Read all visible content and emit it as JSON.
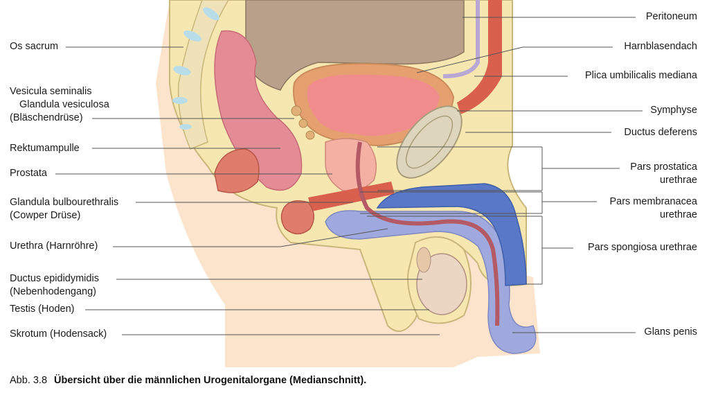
{
  "left_labels": {
    "os_sacrum": [
      "Os sacrum"
    ],
    "vesicula": [
      "Vesicula seminalis",
      "Glandula vesiculosa",
      "(Bläschendrüse)"
    ],
    "rektumampulle": [
      "Rektumampulle"
    ],
    "prostata": [
      "Prostata"
    ],
    "glandula_bulbo": [
      "Glandula bulbourethralis",
      "(Cowper Drüse)"
    ],
    "urethra": [
      "Urethra (Harnröhre)"
    ],
    "ductus_epididymidis": [
      "Ductus epididymidis",
      "(Nebenhodengang)"
    ],
    "testis": [
      "Testis (Hoden)"
    ],
    "skrotum": [
      "Skrotum (Hodensack)"
    ]
  },
  "right_labels": {
    "peritoneum": [
      "Peritoneum"
    ],
    "harnblasendach": [
      "Harnblasendach"
    ],
    "plica": [
      "Plica umbilicalis mediana"
    ],
    "symphyse": [
      "Symphyse"
    ],
    "ductus_deferens": [
      "Ductus deferens"
    ],
    "pars_prostatica": [
      "Pars prostatica",
      "urethrae"
    ],
    "pars_membranacea": [
      "Pars membranacea",
      "urethrae"
    ],
    "pars_spongiosa": [
      "Pars spongiosa urethrae"
    ],
    "glans": [
      "Glans penis"
    ]
  },
  "caption": {
    "number": "Abb. 3.8",
    "title": "Übersicht über die männlichen Urogenitalorgane (Medianschnitt)."
  },
  "colors": {
    "skin": "#fbe3cc",
    "tissue": "#f6e7b0",
    "outline": "#c9b67a",
    "bladder": "#f08c8c",
    "intestine": "#b8a08a",
    "rectum": "#e38c96",
    "muscle": "#d9604c",
    "spongiosum": "#9fa9dd",
    "cavernosum": "#5a78c8",
    "urethra": "#b45a64",
    "line": "#555555"
  }
}
